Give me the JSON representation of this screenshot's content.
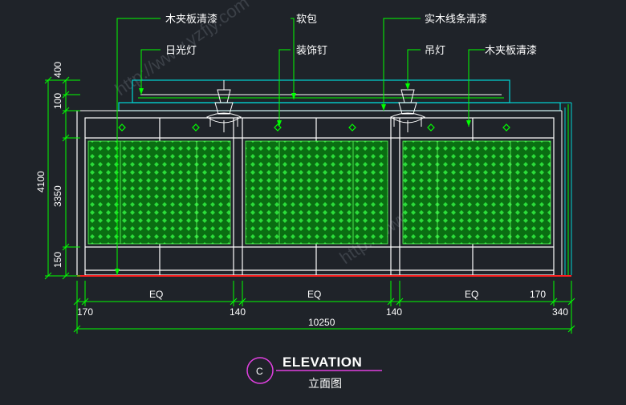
{
  "annotations": {
    "top_left": "木夹板清漆",
    "upper_left": "日光灯",
    "top_center": "软包",
    "upper_center": "装饰钉",
    "top_right": "实木线条清漆",
    "upper_right_a": "吊灯",
    "upper_right_b": "木夹板清漆"
  },
  "dimensions": {
    "bottom": {
      "eq": "EQ",
      "d170_left": "170",
      "d140_a": "140",
      "d140_b": "140",
      "d170_right": "170",
      "d340": "340",
      "total": "10250"
    },
    "left": {
      "d400": "400",
      "d100": "100",
      "d4100": "4100",
      "d3350": "3350",
      "d150": "150"
    }
  },
  "title_block": {
    "marker": "C",
    "title": "ELEVATION",
    "subtitle": "立面图"
  },
  "watermark": "http://www.yzfjy.com",
  "colors": {
    "background": "#1f2329",
    "wall": "#ffffff",
    "panel": "#00c200",
    "leader": "#00ff00",
    "cyan": "#00d4d4",
    "floor": "#ff2020",
    "marker": "#e040e0"
  }
}
